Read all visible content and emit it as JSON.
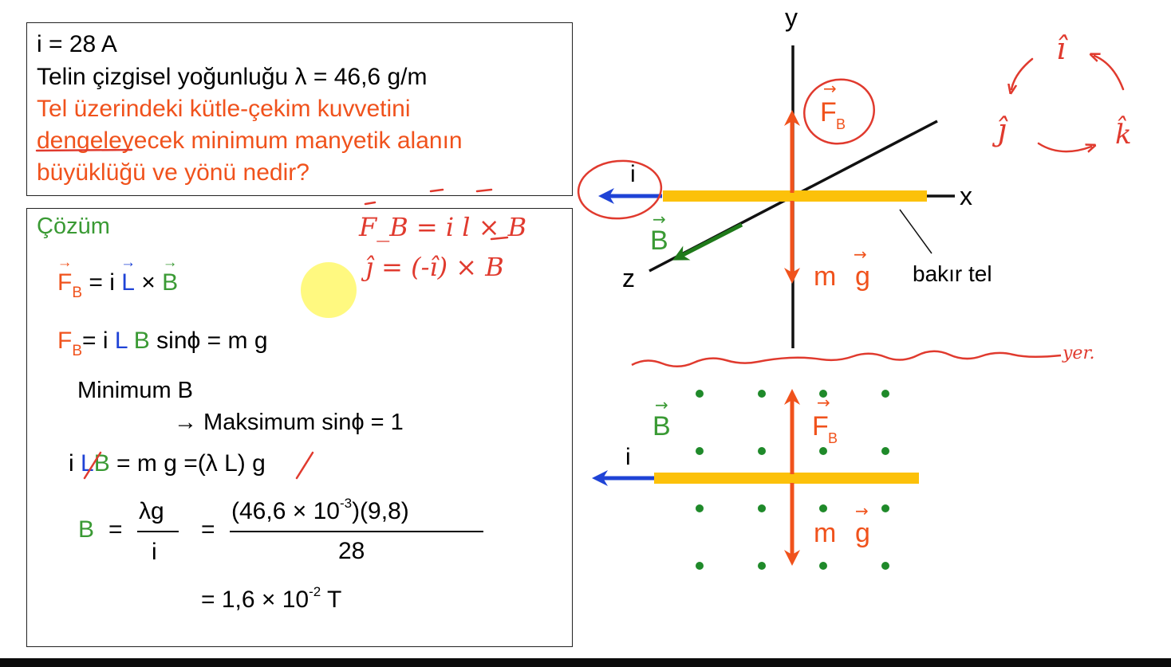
{
  "problem": {
    "line1": "i = 28 A",
    "line2": "Telin çizgisel yoğunluğu λ = 46,6 g/m",
    "question_line1": "Tel üzerindeki kütle-çekim kuvvetini",
    "question_line2": "dengeleyecek minimum manyetik alanın",
    "question_line3": "büyüklüğü ve yönü nedir?"
  },
  "solution": {
    "heading": "Çözüm",
    "eq1": {
      "f": "F",
      "f_sub": "B",
      "eq": " = i ",
      "l": "L",
      "times": " × ",
      "b": "B"
    },
    "eq2": {
      "f": "F",
      "f_sub": "B",
      "eq": "= i ",
      "l": "L",
      "space": " ",
      "b": "B",
      "rest": " sinϕ = m g"
    },
    "min_b": "Minimum B",
    "max_sin": "→ Maksimum sinϕ = 1",
    "eq3": {
      "i": "i ",
      "l": "L",
      "b": "B",
      "rest": " = m g =(λ L) g"
    },
    "eq4": {
      "b": "B",
      "eq": "=",
      "num": "λg",
      "den": "i",
      "eq2": "=",
      "big_num": "(46,6 × 10",
      "big_exp": "-3",
      "big_num_end": ")(9,8)",
      "big_den": "28"
    },
    "eq5": {
      "text": "= 1,6 × 10",
      "exp": "-2",
      "unit": " T"
    }
  },
  "annotations": {
    "cross1": "F_B = i l × B",
    "cross2": "ĵ = (-î) × B",
    "ground": "yer.",
    "cycle_i": "î",
    "cycle_j": "ĵ",
    "cycle_k": "k̂"
  },
  "diagram_top": {
    "axis_y": "y",
    "axis_x": "x",
    "axis_z": "z",
    "current": "i",
    "force": "F",
    "force_sub": "B",
    "field": "B",
    "weight_m": "m",
    "weight_g": "g",
    "wire_label": "bakır tel"
  },
  "diagram_bottom": {
    "field": "B",
    "force": "F",
    "force_sub": "B",
    "current": "i",
    "weight_m": "m",
    "weight_g": "g"
  },
  "colors": {
    "orange": "#f0521c",
    "green": "#3a9a34",
    "blue": "#1f43d6",
    "wire": "#fcc10a",
    "handwriting_red": "#e03a2e"
  }
}
